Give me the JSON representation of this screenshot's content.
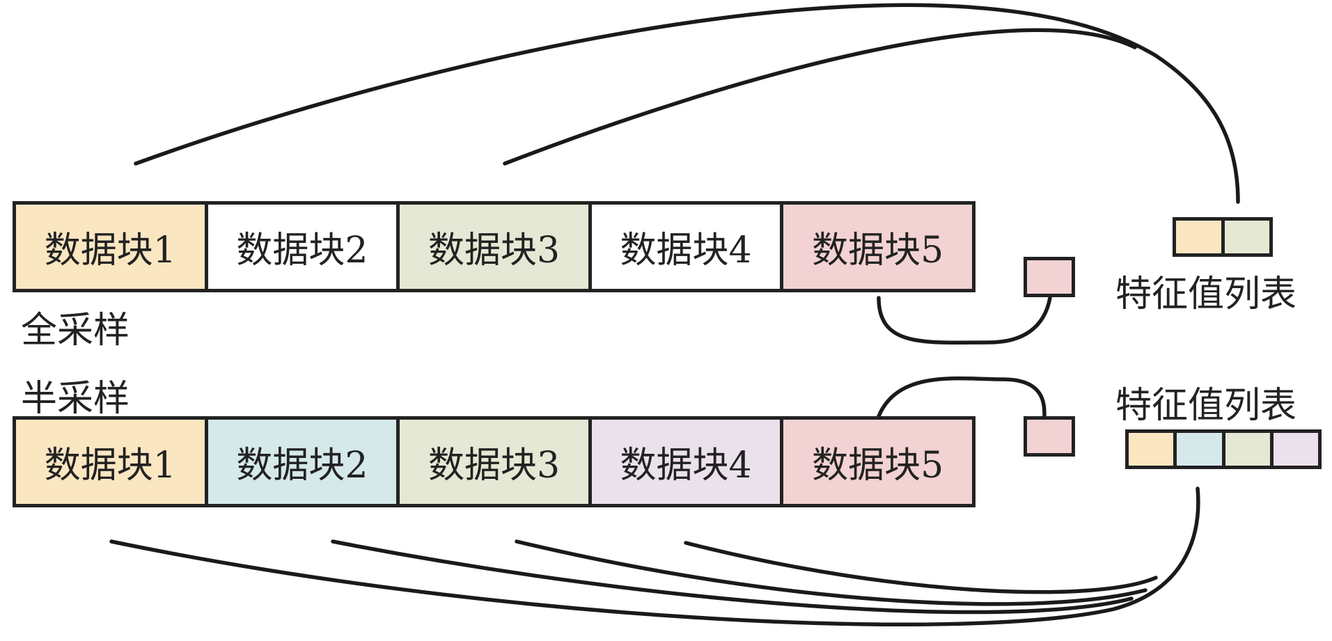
{
  "colors": {
    "block1": "#fbe6c2",
    "block2_white": "#ffffff",
    "block2_blue": "#d5e8ea",
    "block3": "#e4e8d4",
    "block4_white": "#ffffff",
    "block4_purple": "#ebe1ec",
    "block5": "#f2d2d2"
  },
  "full_sampling": {
    "label": "全采样",
    "blocks": [
      {
        "label": "数据块1",
        "color": "#fbe6c2"
      },
      {
        "label": "数据块2",
        "color": "#ffffff"
      },
      {
        "label": "数据块3",
        "color": "#e4e8d4"
      },
      {
        "label": "数据块4",
        "color": "#ffffff"
      },
      {
        "label": "数据块5",
        "color": "#f2d2d2"
      }
    ],
    "feature_list_label": "特征值列表",
    "feature_list_colors": [
      "#fbe6c2",
      "#e4e8d4"
    ],
    "pending_box_color": "#f2d2d2"
  },
  "half_sampling": {
    "label": "半采样",
    "blocks": [
      {
        "label": "数据块1",
        "color": "#fbe6c2"
      },
      {
        "label": "数据块2",
        "color": "#d5e8ea"
      },
      {
        "label": "数据块3",
        "color": "#e4e8d4"
      },
      {
        "label": "数据块4",
        "color": "#ebe1ec"
      },
      {
        "label": "数据块5",
        "color": "#f2d2d2"
      }
    ],
    "feature_list_label": "特征值列表",
    "feature_list_colors": [
      "#fbe6c2",
      "#d5e8ea",
      "#e4e8d4",
      "#ebe1ec"
    ],
    "pending_box_color": "#f2d2d2"
  }
}
